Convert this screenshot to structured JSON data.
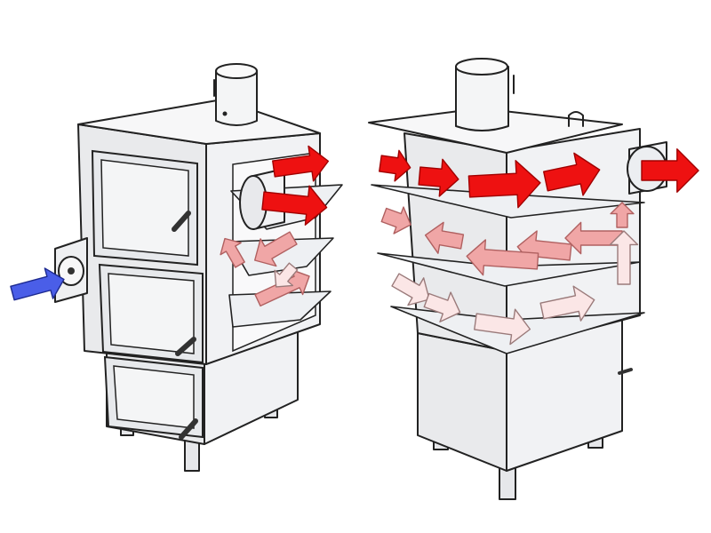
{
  "colors": {
    "hot": "#ee1111",
    "hot_stroke": "#a00000",
    "warm": "#f0a6a6",
    "warm_stroke": "#b06060",
    "cool": "#fbe6e6",
    "cool_stroke": "#9a7a7a",
    "intake": "#4a5ee8",
    "intake_stroke": "#1d2a90"
  },
  "icons": {
    "intake_arrow": "arrow-right-icon",
    "flow_arrow": "arrow-icon"
  },
  "flow_left": [
    {
      "id": "l-top-1",
      "level": "hot"
    },
    {
      "id": "l-top-2",
      "level": "hot"
    },
    {
      "id": "l-mid-1",
      "level": "warm"
    },
    {
      "id": "l-mid-2",
      "level": "warm"
    },
    {
      "id": "l-bot-1",
      "level": "warm"
    },
    {
      "id": "l-bot-2",
      "level": "cool"
    }
  ],
  "flow_right": [
    {
      "id": "r-top-1",
      "level": "hot"
    },
    {
      "id": "r-top-2",
      "level": "hot"
    },
    {
      "id": "r-top-3",
      "level": "hot"
    },
    {
      "id": "r-top-4",
      "level": "hot"
    },
    {
      "id": "r-top-5",
      "level": "hot"
    },
    {
      "id": "r-mid-1",
      "level": "warm"
    },
    {
      "id": "r-mid-2",
      "level": "warm"
    },
    {
      "id": "r-mid-3",
      "level": "warm"
    },
    {
      "id": "r-mid-4",
      "level": "warm"
    },
    {
      "id": "r-bot-1",
      "level": "cool"
    },
    {
      "id": "r-bot-2",
      "level": "cool"
    },
    {
      "id": "r-bot-3",
      "level": "cool"
    },
    {
      "id": "r-bot-4",
      "level": "cool"
    }
  ]
}
